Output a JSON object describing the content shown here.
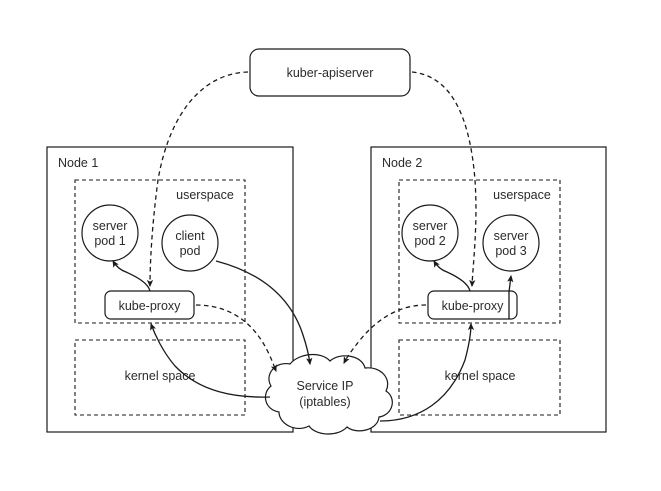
{
  "diagram": {
    "title": "Kubernetes service proxy diagram",
    "background_color": "#ffffff",
    "stroke_color": "#1a1a1a",
    "text_color": "#2b2b2b",
    "apiserver": {
      "label": "kuber-apiserver",
      "shape": "rounded-rectangle"
    },
    "service_cloud": {
      "line1": "Service IP",
      "line2": "(iptables)",
      "shape": "cloud"
    },
    "nodes": [
      {
        "id": "node-1",
        "label": "Node 1",
        "userspace_label": "userspace",
        "kernel_label": "kernel space",
        "proxy_label": "kube-proxy",
        "pods": [
          {
            "id": "server-pod-1",
            "line1": "server",
            "line2": "pod 1"
          },
          {
            "id": "client-pod",
            "line1": "client",
            "line2": "pod"
          }
        ]
      },
      {
        "id": "node-2",
        "label": "Node 2",
        "userspace_label": "userspace",
        "kernel_label": "kernel space",
        "proxy_label": "kube-proxy",
        "pods": [
          {
            "id": "server-pod-2",
            "line1": "server",
            "line2": "pod 2"
          },
          {
            "id": "server-pod-3",
            "line1": "server",
            "line2": "pod 3"
          }
        ]
      }
    ],
    "edges": [
      {
        "id": "apiserver-to-proxy-1",
        "style": "dashed",
        "from": "kuber-apiserver",
        "to": "kube-proxy (Node 1)"
      },
      {
        "id": "apiserver-to-proxy-2",
        "style": "dashed",
        "from": "kuber-apiserver",
        "to": "kube-proxy (Node 2)"
      },
      {
        "id": "proxy1-to-server-pod-1",
        "style": "solid",
        "from": "kube-proxy (Node 1)",
        "to": "server pod 1"
      },
      {
        "id": "proxy1-to-service-ip",
        "style": "dashed",
        "from": "kube-proxy (Node 1)",
        "to": "Service IP"
      },
      {
        "id": "client-pod-to-service-ip",
        "style": "solid",
        "from": "client pod",
        "to": "Service IP"
      },
      {
        "id": "service-ip-to-proxy1",
        "style": "solid",
        "from": "Service IP",
        "to": "kube-proxy (Node 1)"
      },
      {
        "id": "proxy2-to-server-pod-2",
        "style": "solid",
        "from": "kube-proxy (Node 2)",
        "to": "server pod 2"
      },
      {
        "id": "proxy2-to-server-pod-3",
        "style": "solid",
        "from": "kube-proxy (Node 2)",
        "to": "server pod 3"
      },
      {
        "id": "proxy2-to-service-ip",
        "style": "dashed",
        "from": "kube-proxy (Node 2)",
        "to": "Service IP"
      },
      {
        "id": "service-ip-to-proxy2",
        "style": "solid",
        "from": "Service IP",
        "to": "kube-proxy (Node 2)"
      }
    ]
  }
}
